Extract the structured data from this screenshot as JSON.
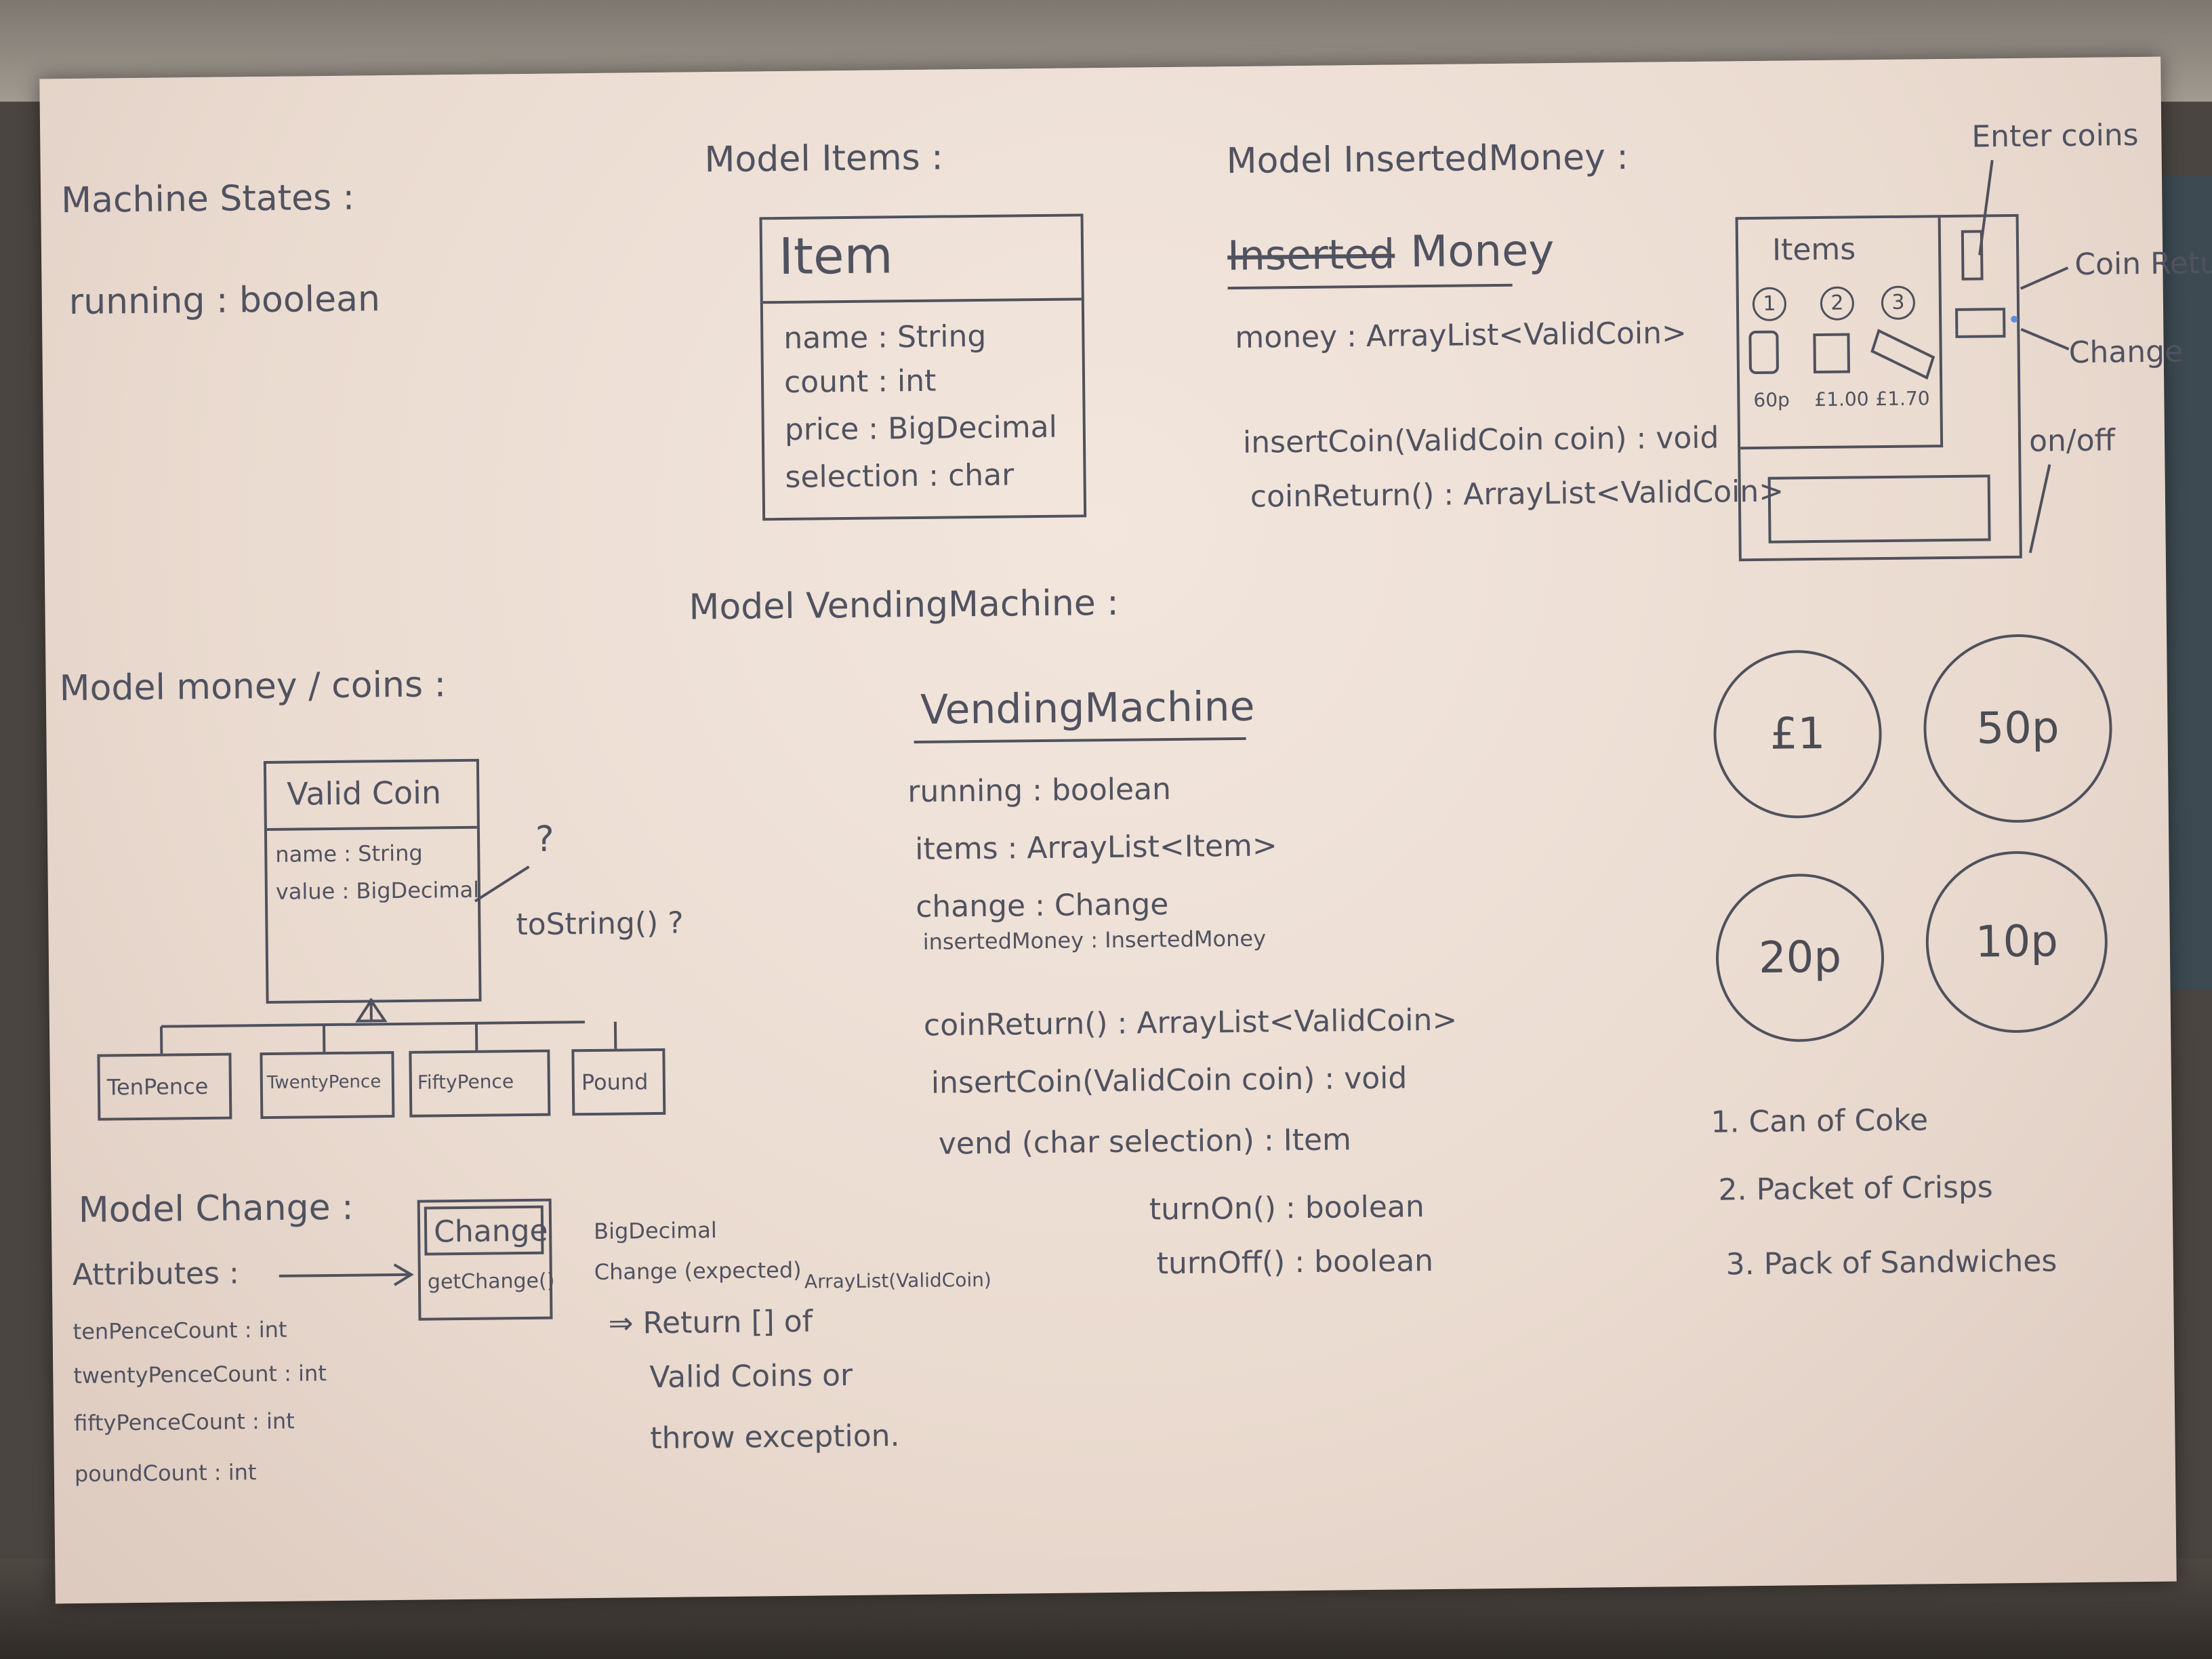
{
  "machine_states": {
    "heading": "Machine States :",
    "fields": [
      "running : boolean"
    ]
  },
  "model_items": {
    "heading": "Model Items :",
    "class_name": "Item",
    "fields": [
      "name : String",
      "count : int",
      "price : BigDecimal",
      "selection : char"
    ]
  },
  "model_inserted_money": {
    "heading": "Model InsertedMoney :",
    "class_name_struck": "Inserted",
    "class_name": "Money",
    "fields": [
      "money : ArrayList<ValidCoin>"
    ],
    "methods": [
      "insertCoin(ValidCoin coin) : void",
      "coinReturn() : ArrayList<ValidCoin>"
    ]
  },
  "model_vending_machine": {
    "heading": "Model VendingMachine :",
    "class_name": "VendingMachine",
    "fields": [
      "running : boolean",
      "items : ArrayList<Item>",
      "change : Change",
      "insertedMoney : InsertedMoney"
    ],
    "methods": [
      "coinReturn() : ArrayList<ValidCoin>",
      "insertCoin(ValidCoin coin) : void",
      "vend (char selection) : Item"
    ],
    "extra_methods": [
      "turnOn() : boolean",
      "turnOff() : boolean"
    ]
  },
  "model_coins": {
    "heading": "Model money / coins :",
    "class_name": "Valid Coin",
    "fields": [
      "name : String",
      "value : BigDecimal"
    ],
    "question": "?",
    "to_string_note": "toString() ?",
    "subclasses": [
      "TenPence",
      "TwentyPence",
      "FiftyPence",
      "Pound"
    ]
  },
  "model_change": {
    "heading": "Model Change :",
    "attributes_label": "Attributes :",
    "attributes": [
      "tenPenceCount : int",
      "twentyPenceCount : int",
      "fiftyPenceCount : int",
      "poundCount : int"
    ],
    "class_name": "Change",
    "method": "getChange()",
    "note_lines": [
      "BigDecimal",
      "Change (expected)",
      "ArrayList(ValidCoin)",
      "⇒ Return [] of",
      "Valid Coins or",
      "throw exception."
    ]
  },
  "machine_sketch": {
    "enter_coins": "Enter coins",
    "items_label": "Items",
    "slot_numbers": [
      "1",
      "2",
      "3"
    ],
    "prices": [
      "60p",
      "£1.00",
      "£1.70"
    ],
    "coin_return": "Coin Return",
    "change": "Change",
    "on_off": "on/off"
  },
  "coins": [
    "£1",
    "50p",
    "20p",
    "10p"
  ],
  "product_list": [
    "1. Can of Coke",
    "2. Packet of Crisps",
    "3. Pack of Sandwiches"
  ],
  "colors": {
    "ink": "#4f515d",
    "paper": "#efe2d8",
    "background": "#4a4540"
  }
}
